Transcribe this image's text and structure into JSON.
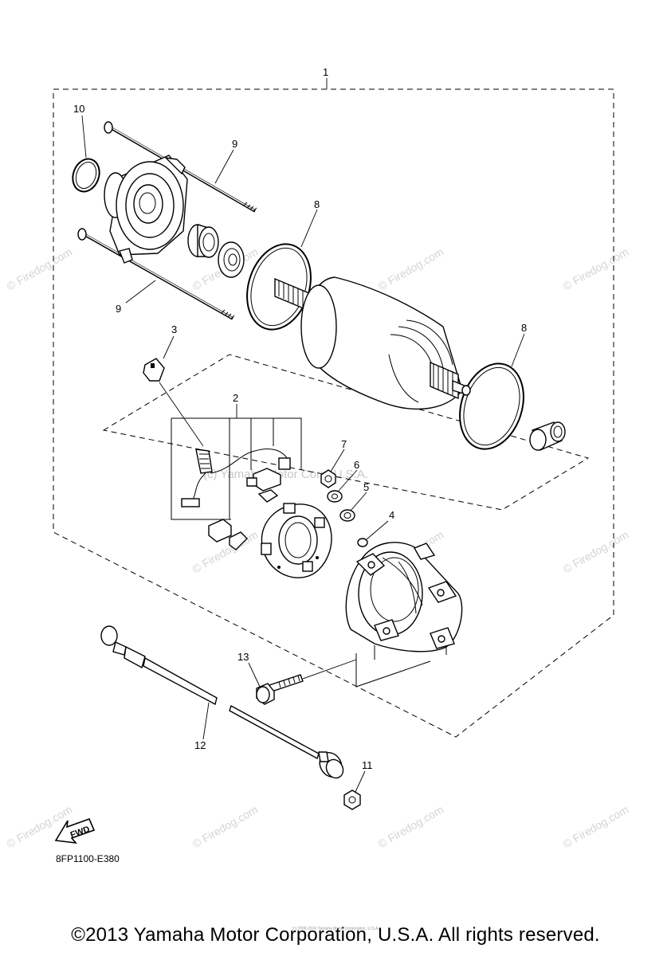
{
  "diagram": {
    "callouts": [
      "1",
      "2",
      "3",
      "4",
      "5",
      "6",
      "7",
      "8",
      "8",
      "9",
      "9",
      "10",
      "11",
      "12",
      "13"
    ],
    "fwd_label": "FWD",
    "drawing_code": "8FP1100-E380"
  },
  "watermarks": {
    "site": "© Firedog.com",
    "center": "(c) Yamaha Motor Corp, U.S.A."
  },
  "footer": {
    "copyright": "©2013 Yamaha Motor Corporation, U.S.A. All rights reserved.",
    "fine_print": "(c) 2000-2016 Yamaha Motor Corporation, U.S.A."
  }
}
